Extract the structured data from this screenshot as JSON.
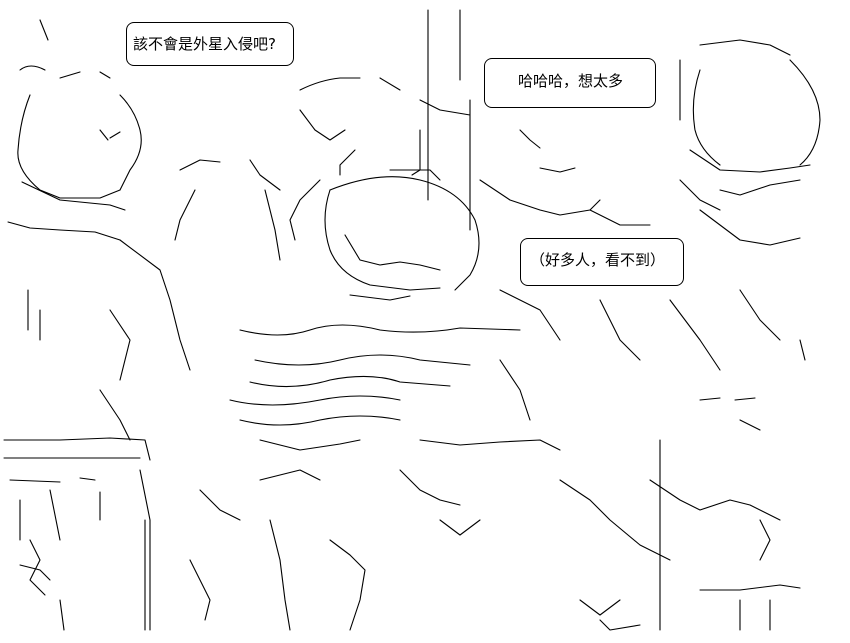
{
  "speech_bubbles": {
    "top_left": "該不會是外星入侵吧?",
    "top_center": "哈哈哈，想太多",
    "bottom_right": "（好多人，看不到）"
  },
  "colors": {
    "background": "#ffffff",
    "ink": "#000000"
  }
}
